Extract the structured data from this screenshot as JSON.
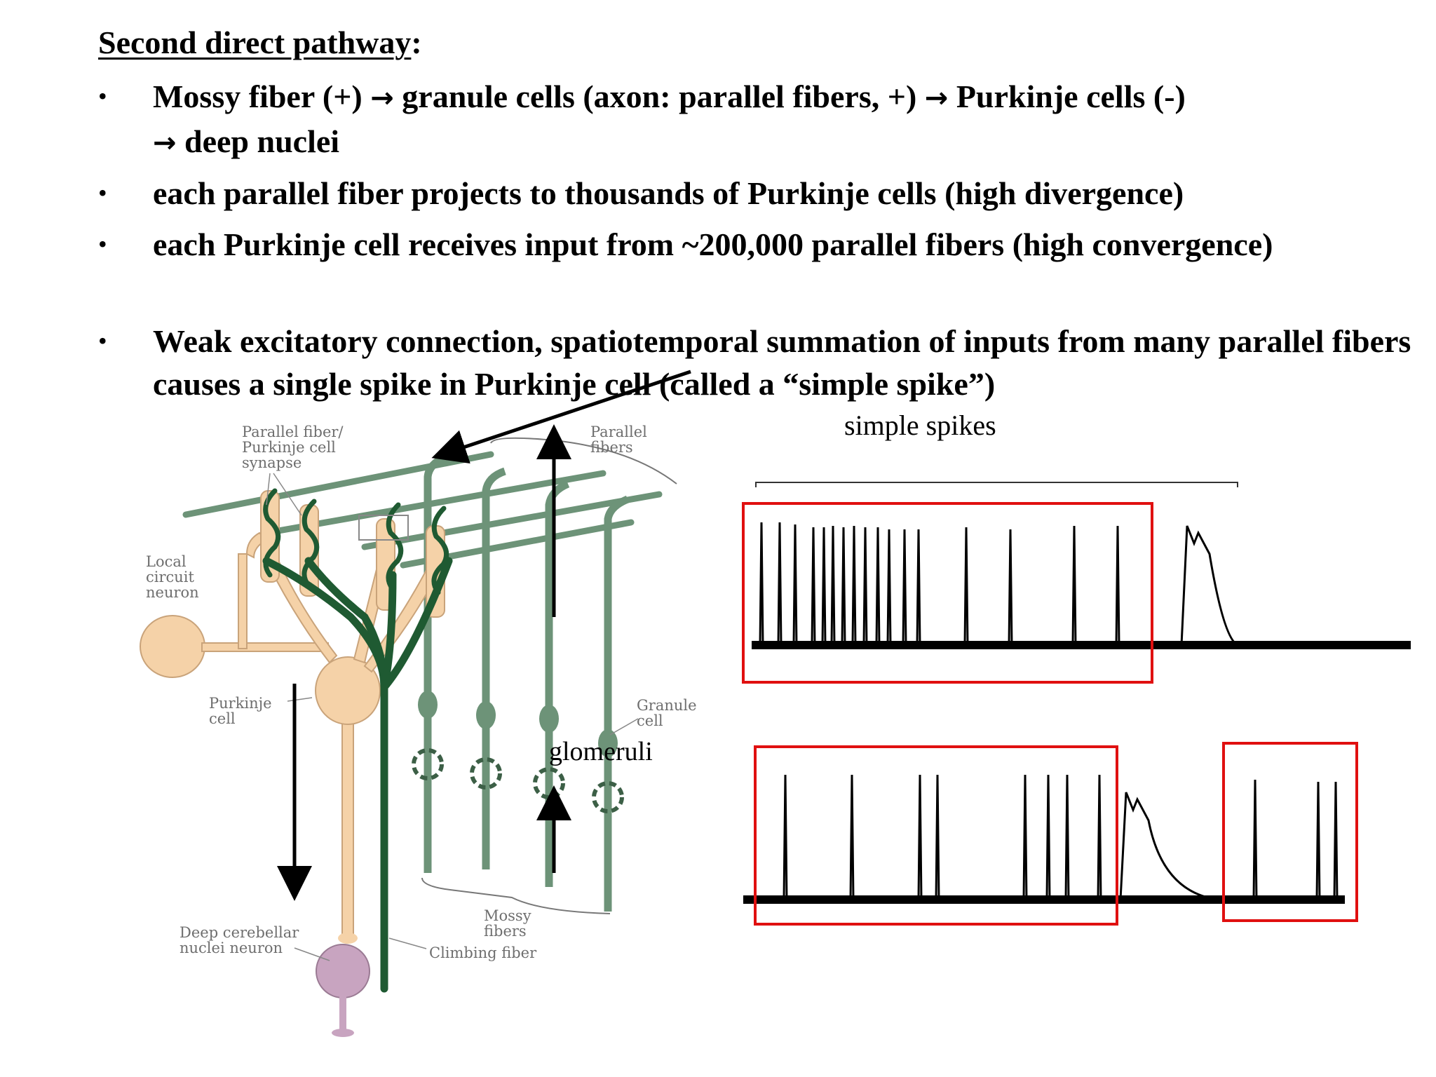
{
  "heading": "Second direct pathway",
  "heading_colon": ":",
  "bullet_glyph": "•",
  "arrow_glyph": "→",
  "bullets": {
    "b1": {
      "p1": "Mossy fiber (+) ",
      "p2": " granule cells (axon: parallel fibers, +) ",
      "p3": " Purkinje cells (-)",
      "p4": " deep nuclei"
    },
    "b2": "each parallel fiber projects to thousands of Purkinje cells (high divergence)",
    "b3": "each Purkinje cell receives input from ~200,000 parallel fibers (high convergence)",
    "b4": "Weak excitatory connection, spatiotemporal summation of inputs from many parallel fibers causes a single spike in Purkinje cell (called a “simple spike”)"
  },
  "diagram": {
    "label_pf_synapse": [
      "Parallel fiber/",
      "Purkinje cell",
      "synapse"
    ],
    "label_parallel_fibers": [
      "Parallel",
      "fibers"
    ],
    "label_local_circuit": [
      "Local",
      "circuit",
      "neuron"
    ],
    "label_purkinje": [
      "Purkinje",
      "cell"
    ],
    "label_granule": [
      "Granule",
      "cell"
    ],
    "label_mossy": [
      "Mossy",
      "fibers"
    ],
    "label_deep": [
      "Deep cerebellar",
      "nuclei neuron"
    ],
    "label_climbing": "Climbing fiber",
    "annotation_glomeruli": "glomeruli"
  },
  "recording": {
    "annotation_simple_spikes": "simple spikes"
  },
  "colors": {
    "purkinje": "#f5d2a8",
    "purkinje_stroke": "#c9a37a",
    "granule_green": "#6d9378",
    "climbing_green": "#1f5a32",
    "deep_nucleus": "#c8a4c0",
    "highlight_box": "#e01010",
    "trace": "#000000"
  }
}
